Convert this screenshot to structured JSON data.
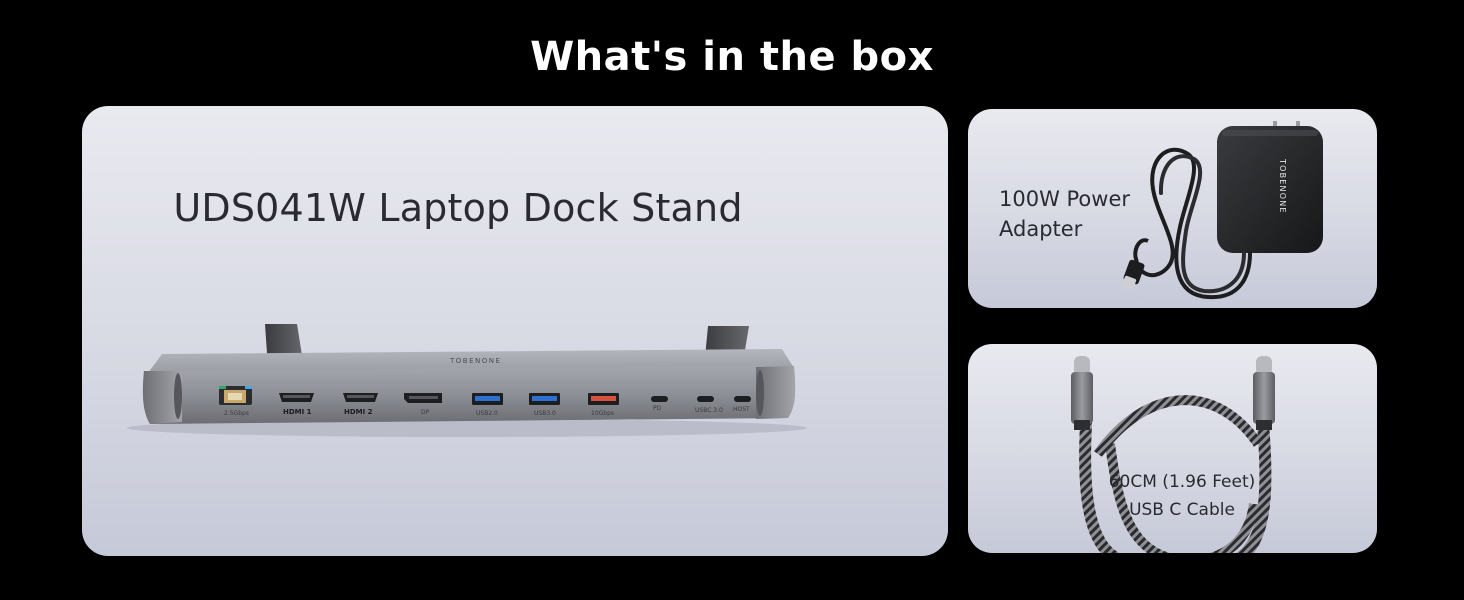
{
  "header": {
    "title": "What's in the box"
  },
  "dock": {
    "title": "UDS041W Laptop Dock Stand",
    "brand": "TOBENONE",
    "ports": {
      "ethernet": "2.5Gbps",
      "hdmi1": "HDMI 1",
      "hdmi2": "HDMI 2",
      "dp": "DP",
      "usb20": "USB2.0",
      "usb30": "USB3.0",
      "usb10g": "10Gbps",
      "pd": "PD",
      "usbc30": "USBC 3.0",
      "host": "HOST"
    }
  },
  "adapter": {
    "line1": "100W Power",
    "line2": "Adapter",
    "brand": "TOBENONE"
  },
  "cable": {
    "line1": "60CM (1.96 Feet)",
    "line2": "USB C Cable"
  },
  "colors": {
    "background": "#000000",
    "card": "#dcdee7",
    "usb_blue": "#2f6fd0",
    "usb_red": "#d5523f",
    "dock_metal": "#8e9096"
  }
}
